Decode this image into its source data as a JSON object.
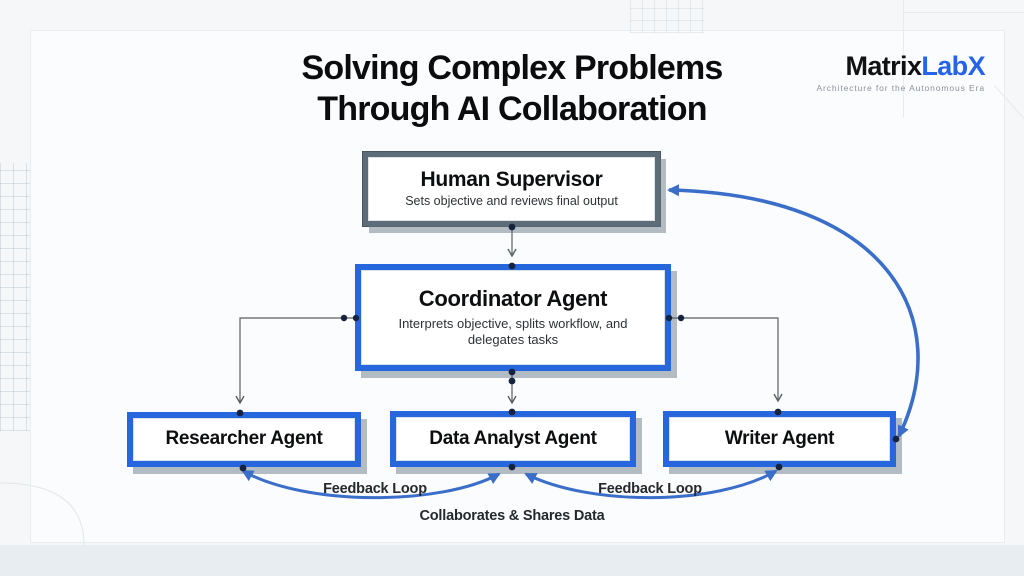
{
  "header": {
    "title_line1": "Solving Complex Problems",
    "title_line2": "Through AI Collaboration"
  },
  "logo": {
    "brand_part1": "Matrix",
    "brand_part2": "LabX",
    "tagline": "Architecture for the Autonomous Era"
  },
  "diagram": {
    "nodes": {
      "human_supervisor": {
        "title": "Human Supervisor",
        "subtitle": "Sets objective and reviews final output"
      },
      "coordinator": {
        "title": "Coordinator Agent",
        "subtitle": "Interprets objective, splits workflow, and delegates tasks"
      },
      "researcher": {
        "title": "Researcher Agent"
      },
      "data_analyst": {
        "title": "Data Analyst Agent"
      },
      "writer": {
        "title": "Writer Agent"
      }
    },
    "edge_labels": {
      "feedback_left": "Feedback Loop",
      "feedback_right": "Feedback Loop",
      "collaboration": "Collaborates & Shares Data"
    },
    "colors": {
      "agent_border_blue": "#2767de",
      "supervisor_border_gray": "#5d6c79",
      "arrow_blue": "#3a6ec9",
      "connector_gray": "#5a5f64",
      "logo_blue": "#2563eb"
    }
  }
}
